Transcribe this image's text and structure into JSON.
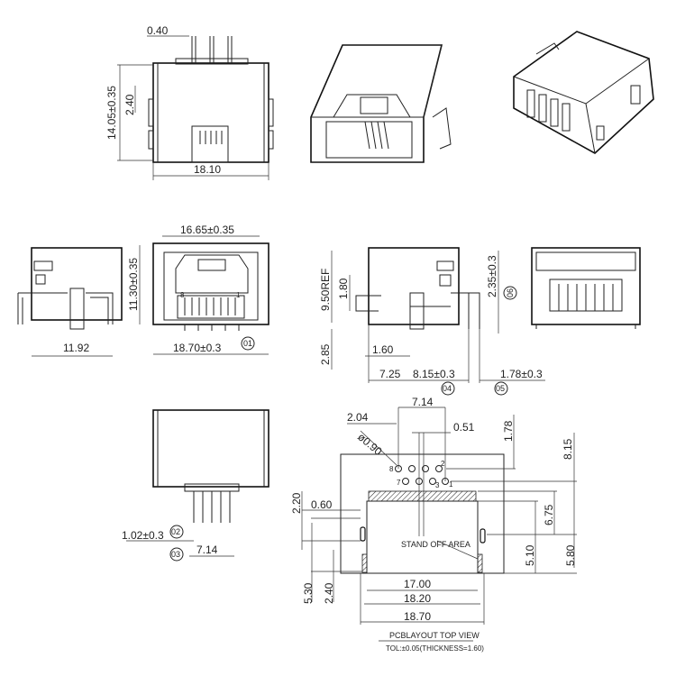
{
  "top_view": {
    "pin_width": "0.40",
    "height": "14.05±0.35",
    "offset": "2.40",
    "width": "18.10"
  },
  "front_view": {
    "inner_width": "16.65±0.35",
    "height": "11.30±0.35",
    "width": "18.70±0.3",
    "note": "01",
    "pin_a": "8",
    "pin_b": "1"
  },
  "side_view_left": {
    "depth": "11.92"
  },
  "side_view_right": {
    "height_ref": "9.50REF",
    "top_offset": "1.80",
    "pin_len": "2.85",
    "post_dia": "1.60",
    "post_pos": "7.25",
    "pin_pos": "8.15±0.3",
    "note_04": "04",
    "lead_pos": "1.78±0.3",
    "note_05": "05",
    "lead_height": "2.35±0.3",
    "note_06": "06"
  },
  "bottom_view": {
    "pin_len": "1.02±0.3",
    "note_02": "02",
    "note_03": "03",
    "pin_span": "7.14"
  },
  "pcb_layout": {
    "pin_span": "7.14",
    "pin_offset": "2.04",
    "pin_pitch": "0.51",
    "row_offset": "1.78",
    "hole_dia": "ø0.90",
    "total_depth": "8.15",
    "pins": [
      "8",
      "7",
      "3",
      "2",
      "1"
    ],
    "post_offset": "2.20",
    "post_width": "0.60",
    "to_edge": "6.75",
    "standoff_label": "STAND OFF AREA",
    "post_to_edge": "5.10",
    "post_to_front": "5.80",
    "side_a": "5.30",
    "side_b": "2.40",
    "w1": "17.00",
    "w2": "18.20",
    "w3": "18.70",
    "title": "PCBLAYOUT TOP VIEW",
    "tolerance": "TOL:±0.05(THICKNESS=1.60)"
  }
}
